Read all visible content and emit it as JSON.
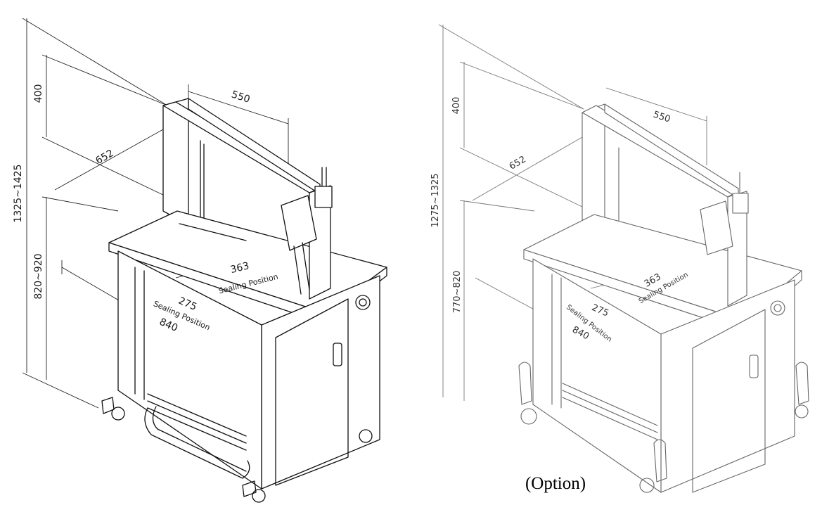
{
  "left_drawing": {
    "overall_height": "1325~1425",
    "table_height": "820~920",
    "arch_height": "400",
    "arch_width": "550",
    "depth": "652",
    "seal_x": "363",
    "seal_x_label": "Sealing Position",
    "seal_y": "275",
    "seal_y_label": "Sealing Position",
    "width": "840"
  },
  "right_drawing": {
    "overall_height": "1275~1325",
    "table_height": "770~820",
    "arch_height": "400",
    "arch_width": "550",
    "depth": "652",
    "seal_x": "363",
    "seal_x_label": "Sealing Position",
    "seal_y": "275",
    "seal_y_label": "Sealing Position",
    "width": "840"
  },
  "caption": "(Option)"
}
